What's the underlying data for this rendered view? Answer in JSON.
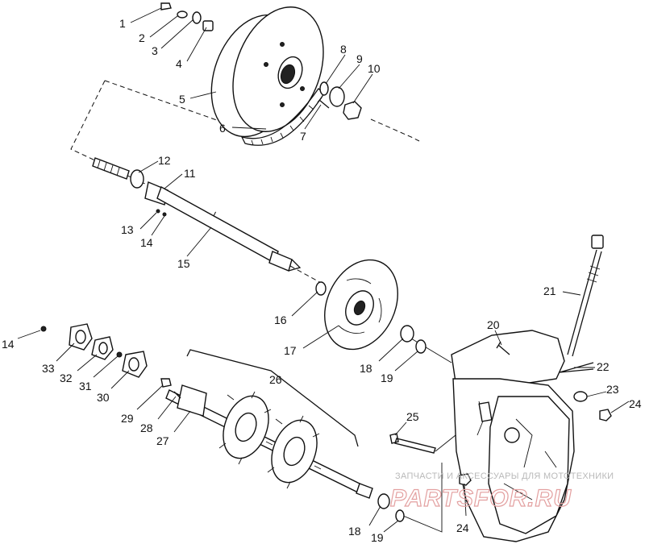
{
  "callouts": {
    "c1": "1",
    "c2": "2",
    "c3": "3",
    "c4": "4",
    "c5": "5",
    "c6": "6",
    "c7": "7",
    "c8": "8",
    "c9": "9",
    "c10": "10",
    "c11": "11",
    "c12": "12",
    "c13": "13",
    "c14a": "14",
    "c14b": "14",
    "c15": "15",
    "c16": "16",
    "c17": "17",
    "c18a": "18",
    "c18b": "18",
    "c19a": "19",
    "c19b": "19",
    "c20": "20",
    "c21": "21",
    "c22": "22",
    "c23": "23",
    "c24a": "24",
    "c24b": "24",
    "c25": "25",
    "c26": "26",
    "c27": "27",
    "c28": "28",
    "c29": "29",
    "c30": "30",
    "c31": "31",
    "c32": "32",
    "c33": "33"
  },
  "watermark": {
    "tagline": "ЗАПЧАСТИ И АКСЕССУАРЫ ДЛЯ МОТОТЕХНИКИ",
    "logo": "PARTSFOR.RU"
  },
  "colors": {
    "line": "#111111",
    "watermark_logo": "#e3a0a0",
    "watermark_text": "#b9b9b9"
  }
}
